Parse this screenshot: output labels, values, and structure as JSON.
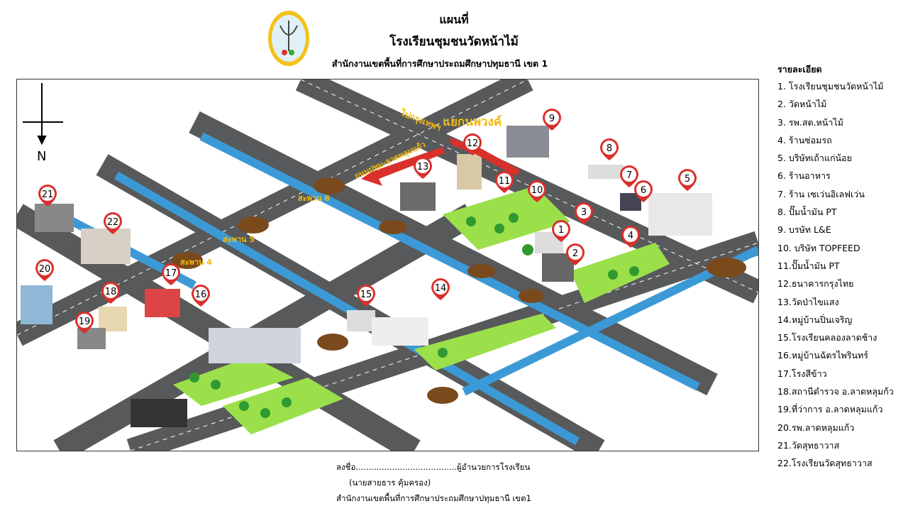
{
  "header": {
    "title": "แผนที่",
    "school": "โรงเรียนชุมชนวัดหน้าไม้",
    "office": "สำนักงานเขตพื้นที่การศึกษาประถมศึกษาปทุมธานี  เขต 1"
  },
  "map": {
    "compass": "N",
    "labels": {
      "junction": "แยกนพวงค์",
      "to_bangkok": "ไปกรุงเทพฯ",
      "road": "ถนนปทุม-ลาดหลุมแก้ว",
      "bridge6": "สะพาน 6",
      "bridge5": "สะพาน 5",
      "bridge4": "สะพาน 4"
    },
    "markers": [
      "1",
      "2",
      "3",
      "4",
      "5",
      "6",
      "7",
      "8",
      "9",
      "10",
      "11",
      "12",
      "13",
      "14",
      "15",
      "16",
      "17",
      "18",
      "19",
      "20",
      "21",
      "22"
    ],
    "colors": {
      "road": "#58595b",
      "canal": "#3b9ad6",
      "marker": "#d9302c",
      "label": "#f2b90b",
      "grass": "#9be04b"
    }
  },
  "legend": {
    "title": "รายละเอียด",
    "items": [
      "1. โรงเรียนชุมชนวัดหน้าไม้",
      "2. วัดหน้าไม้",
      "3. รพ.สต.หน้าไม้",
      "4. ร้านซ่อมรถ",
      "5. บริษัทเถ้าแก่น้อย",
      "6. ร้านอาหาร",
      "7. ร้าน เซเว่นอิเลฟเว่น",
      "8. ปั๊มน้ำมัน PT",
      "9. บรษัท L&E",
      "10. บริษัท TOPFEED",
      "11.ปั๊มน้ำมัน PT",
      "12.ธนาคารกรุงไทย",
      "13.วัดป่าไขแสง",
      "14.หมู่บ้านปิ่นเจริญ",
      "15.โรงเรียนคลองลาดช้าง",
      "16.หมู่บ้านฉัตรไพรินทร์",
      "17.โรงสีข้าว",
      "18.สถานีตำรวจ อ.ลาดหลุมก้ว",
      "19.ที่ว่าการ อ.ลาดหลุมแก้ว",
      "20.รพ.ลาดหลุมแก้ว",
      "21.วัดสุทธาวาส",
      "22.โรงเรียนวัดสุทธาวาส"
    ]
  },
  "footer": {
    "sign": "ลงชื่อ.......................................ผู้อำนวยการโรงเรียน",
    "name": "(นายสายธาร   คุ้มครอง)",
    "office": "สำนักงานเขตพื้นที่การศึกษาประถมศึกษาปทุมธานี เขต1"
  }
}
